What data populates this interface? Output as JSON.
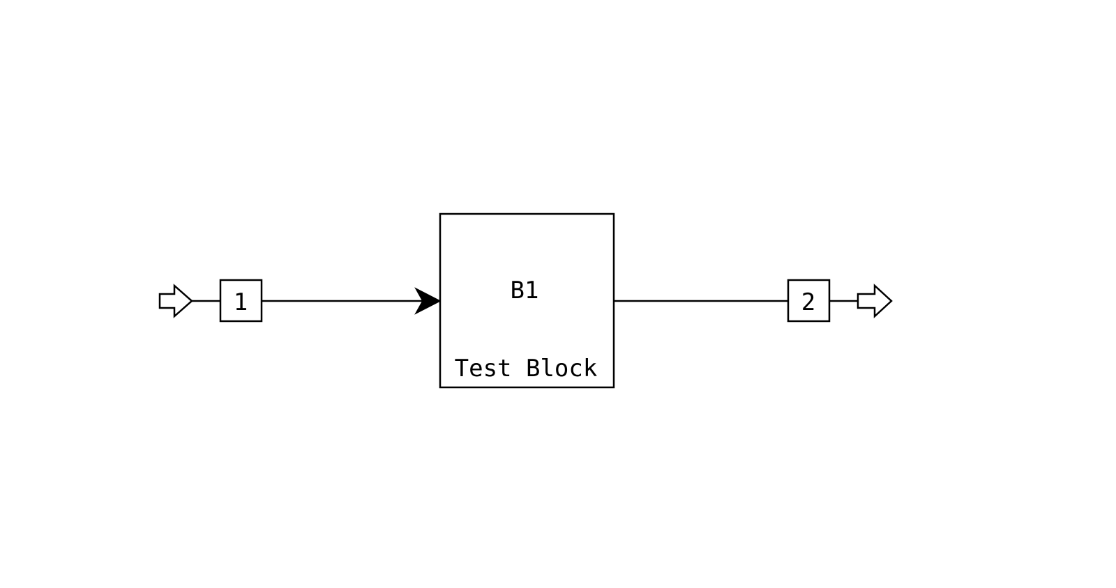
{
  "diagram": {
    "input_port": {
      "number": "1"
    },
    "output_port": {
      "number": "2"
    },
    "block": {
      "id": "B1",
      "caption": "Test Block"
    }
  }
}
